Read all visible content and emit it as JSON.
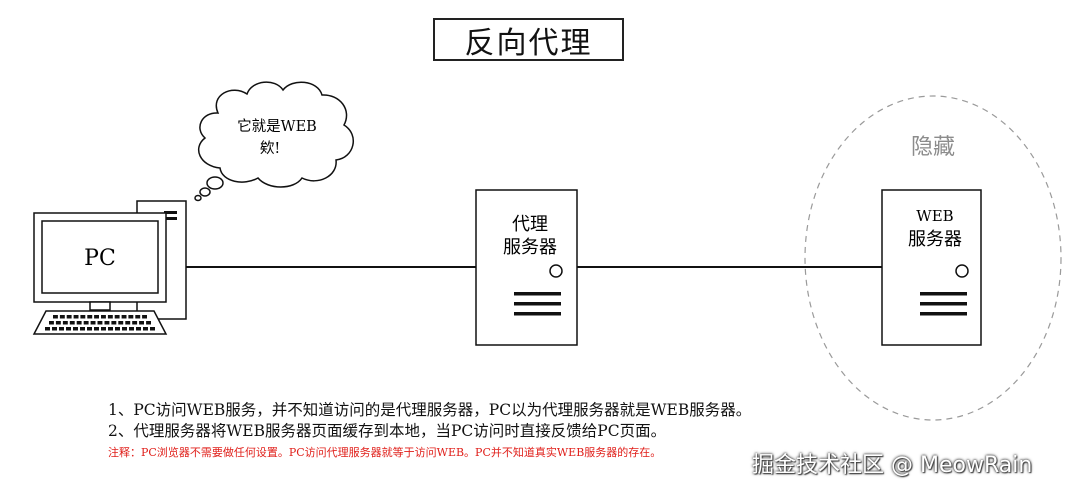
{
  "title": "反向代理",
  "pc": {
    "screen_label": "PC",
    "thought_line1": "它就是WEB",
    "thought_line2": "欸!"
  },
  "proxy_server": {
    "label_line1": "代理",
    "label_line2": "服务器"
  },
  "web_server": {
    "label_line1": "WEB",
    "label_line2": "服务器",
    "hidden_label": "隐藏"
  },
  "notes": {
    "line1": "1、PC访问WEB服务，并不知道访问的是代理服务器，PC以为代理服务器就是WEB服务器。",
    "line2": "2、代理服务器将WEB服务器页面缓存到本地，当PC访问时直接反馈给PC页面。",
    "remark": "注释：PC浏览器不需要做任何设置。PC访问代理服务器就等于访问WEB。PC并不知道真实WEB服务器的存在。"
  },
  "watermark": "掘金技术社区 @ MeowRain",
  "colors": {
    "line": "#111111",
    "hidden_circle": "#9a9a9a",
    "hidden_text": "#8c8c8c",
    "remark": "#e0201b"
  }
}
